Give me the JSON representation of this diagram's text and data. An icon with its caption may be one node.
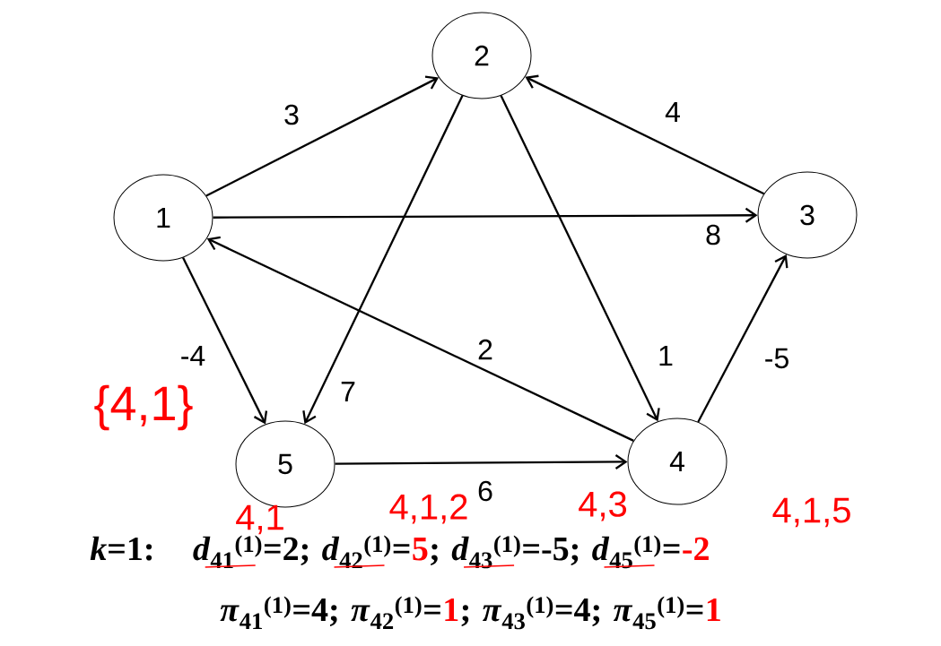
{
  "diagram": {
    "nodes": [
      {
        "text": [
          "1"
        ]
      },
      {
        "text": [
          "2"
        ]
      },
      {
        "text": [
          "3"
        ]
      },
      {
        "text": [
          "4"
        ]
      },
      {
        "text": [
          "5"
        ]
      }
    ],
    "edges": [
      {
        "from": 0,
        "to": 1,
        "arrow": "to",
        "label": "3"
      },
      {
        "from": 0,
        "to": 2,
        "arrow": "to",
        "label": "8"
      },
      {
        "from": 0,
        "to": 4,
        "arrow": "to",
        "label": "-4"
      },
      {
        "from": 1,
        "to": 4,
        "arrow": "to",
        "label": "7"
      },
      {
        "from": 1,
        "to": 3,
        "arrow": "to",
        "label": "1"
      },
      {
        "from": 2,
        "to": 1,
        "arrow": "to",
        "label": "4"
      },
      {
        "from": 3,
        "to": 0,
        "arrow": "to",
        "label": "2"
      },
      {
        "from": 3,
        "to": 2,
        "arrow": "to",
        "label": "-5"
      },
      {
        "from": 4,
        "to": 3,
        "arrow": "to",
        "label": "6"
      }
    ],
    "labels": [
      "{4,1}",
      "4,1",
      "4,1,2",
      "4,3",
      "4,1,5",
      "*k*=1:",
      "*d*$_{41}$$^{(1)}$=2;",
      "*d*$_{42}$$^{(1)}$=",
      "5",
      ";",
      "*d*$_{43}$$^{(1)}$=-5;",
      "*d*$_{45}$$^{(1)}$=",
      "-2",
      "*π*$_{41}$$^{(1)}$=4;",
      "*π*$_{42}$$^{(1)}$=",
      "1",
      ";",
      "*π*$_{43}$$^{(1)}$=4;",
      "*π*$_{45}$$^{(1)}$=",
      "1"
    ]
  }
}
